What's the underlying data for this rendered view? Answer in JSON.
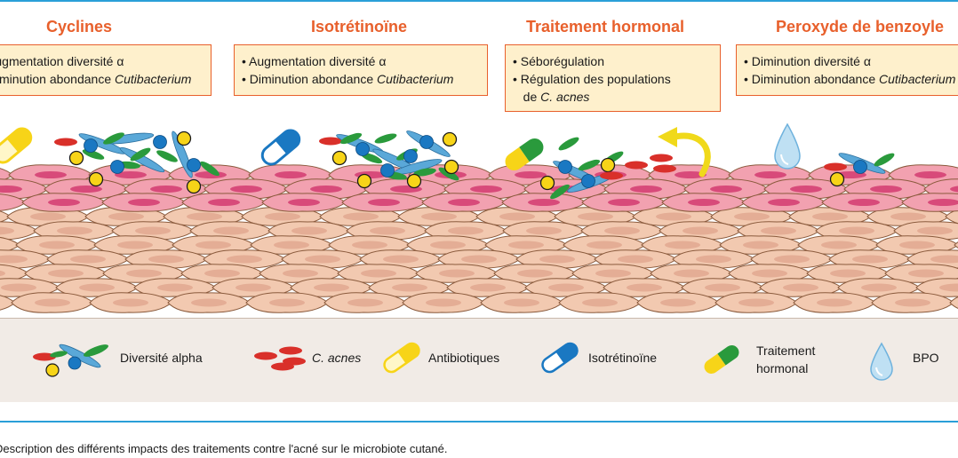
{
  "treatments": [
    {
      "title": "Cyclines",
      "lines": [
        [
          "Augmentation diversité α",
          ""
        ],
        [
          "Diminution abondance ",
          "Cutibacterium"
        ]
      ]
    },
    {
      "title": "Isotrétinoïne",
      "lines": [
        [
          "Augmentation diversité α",
          ""
        ],
        [
          "Diminution abondance ",
          "Cutibacterium"
        ]
      ]
    },
    {
      "title": "Traitement hormonal",
      "lines": [
        [
          "Séborégulation",
          ""
        ],
        [
          "Régulation des populations",
          ""
        ],
        [
          "de ",
          "C. acnes"
        ]
      ]
    },
    {
      "title": "Peroxyde de benzoyle",
      "lines": [
        [
          "Diminution diversité α",
          ""
        ],
        [
          "Diminution abondance ",
          "Cutibacterium"
        ]
      ]
    }
  ],
  "legend": {
    "diversity": "Diversité alpha",
    "cacnes": "C. acnes",
    "antibiotics": "Antibiotiques",
    "isotretinoin": "Isotrétinoïne",
    "hormonal_1": "Traitement",
    "hormonal_2": "hormonal",
    "bpo": "BPO"
  },
  "caption": "Description des différents impacts des traitements contre l'acné sur le microbiote cutané.",
  "colors": {
    "title": "#e8602c",
    "box_bg": "#fef0cc",
    "frame": "#2a9fd8",
    "antibiotic_yellow": "#f7d418",
    "isotretinoin_blue": "#1a78c2",
    "hormonal_green": "#2a9a3c",
    "cacnes_red": "#d9302a",
    "rod_blue": "#5aa8d8",
    "bpo_drop": "#8cc6e8",
    "cell_pink": "#f2a1b0",
    "cell_nucleus": "#d84a7a",
    "cell_beige": "#f2c9b0"
  },
  "icons": [
    "yellow-capsule-icon",
    "blue-capsule-icon",
    "hormonal-capsule-icon",
    "bpo-drop-icon",
    "arrow-icon"
  ]
}
